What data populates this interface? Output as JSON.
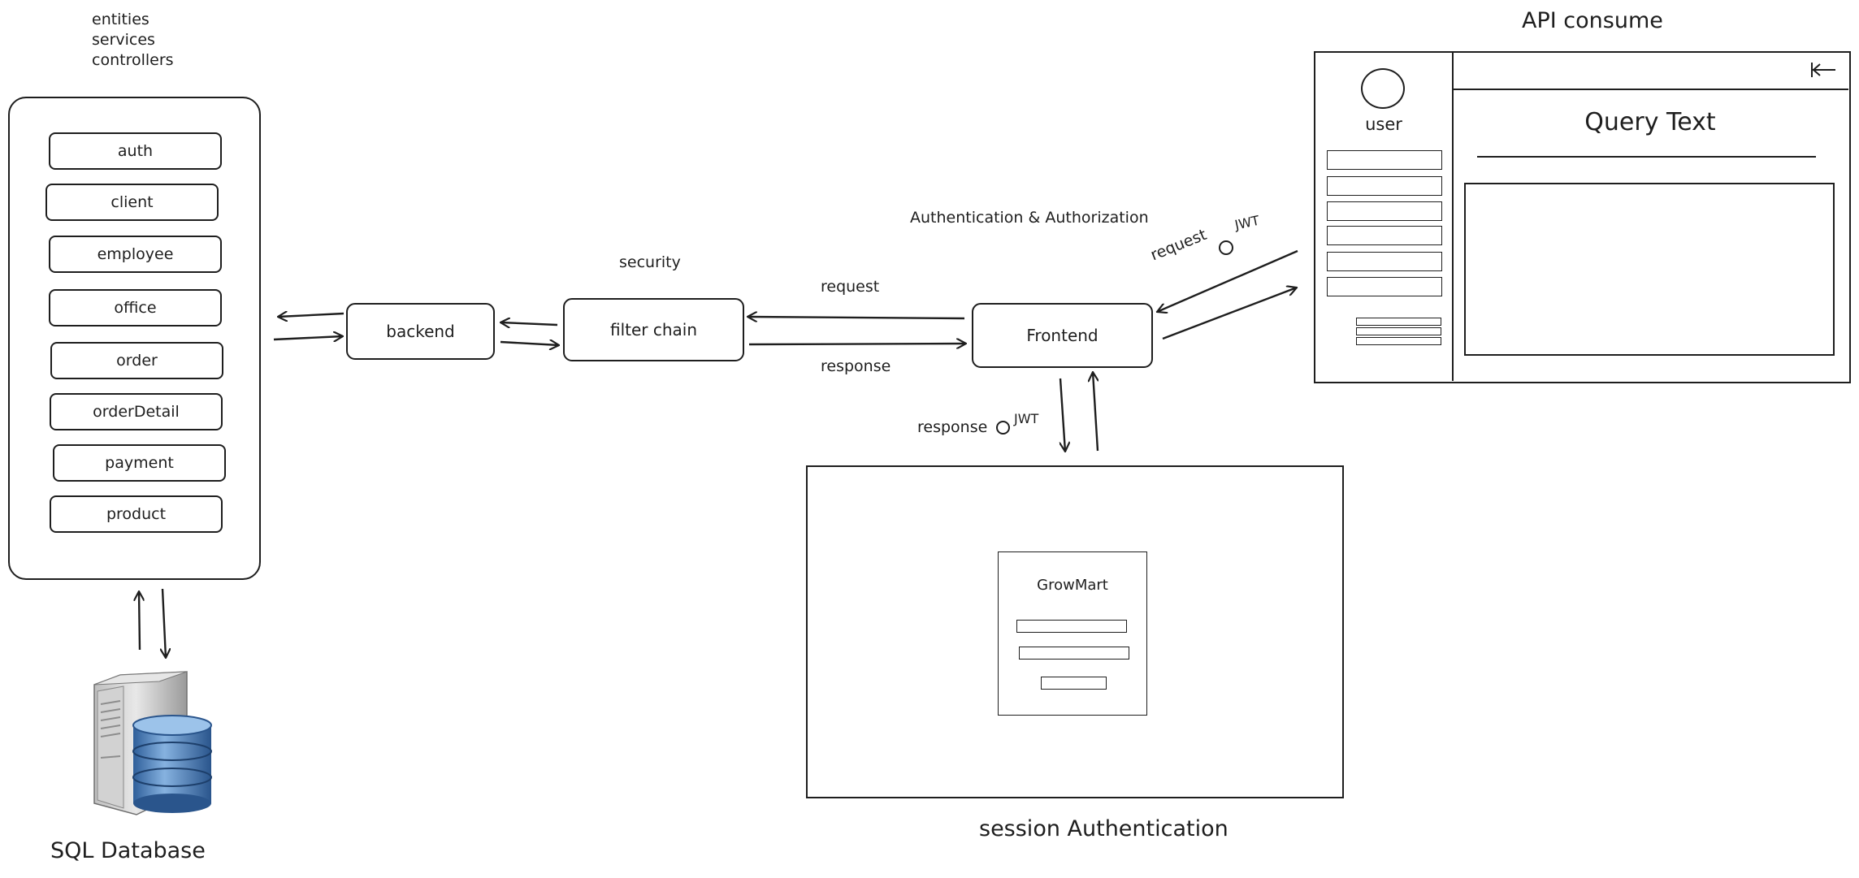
{
  "layers_note": {
    "line1": "entities",
    "line2": "services",
    "line3": "controllers"
  },
  "entities": [
    "auth",
    "client",
    "employee",
    "office",
    "order",
    "orderDetail",
    "payment",
    "product"
  ],
  "nodes": {
    "backend": "backend",
    "filter_chain": "filter chain",
    "frontend": "Frontend"
  },
  "labels": {
    "security": "security",
    "auth_authz": "Authentication & Authorization",
    "request": "request",
    "response": "response",
    "request_jwt": "request",
    "response_jwt": "response",
    "jwt": "JWT",
    "api_consume": "API consume",
    "session_auth": "session Authentication",
    "sql_database": "SQL Database"
  },
  "api_ui": {
    "user_label": "user",
    "query_text": "Query Text"
  },
  "login_ui": {
    "app_name": "GrowMart"
  },
  "icons": {
    "collapse": "collapse-left-icon",
    "avatar": "avatar-circle-icon",
    "database": "database-server-icon",
    "jwt_token": "token-circle-icon"
  }
}
